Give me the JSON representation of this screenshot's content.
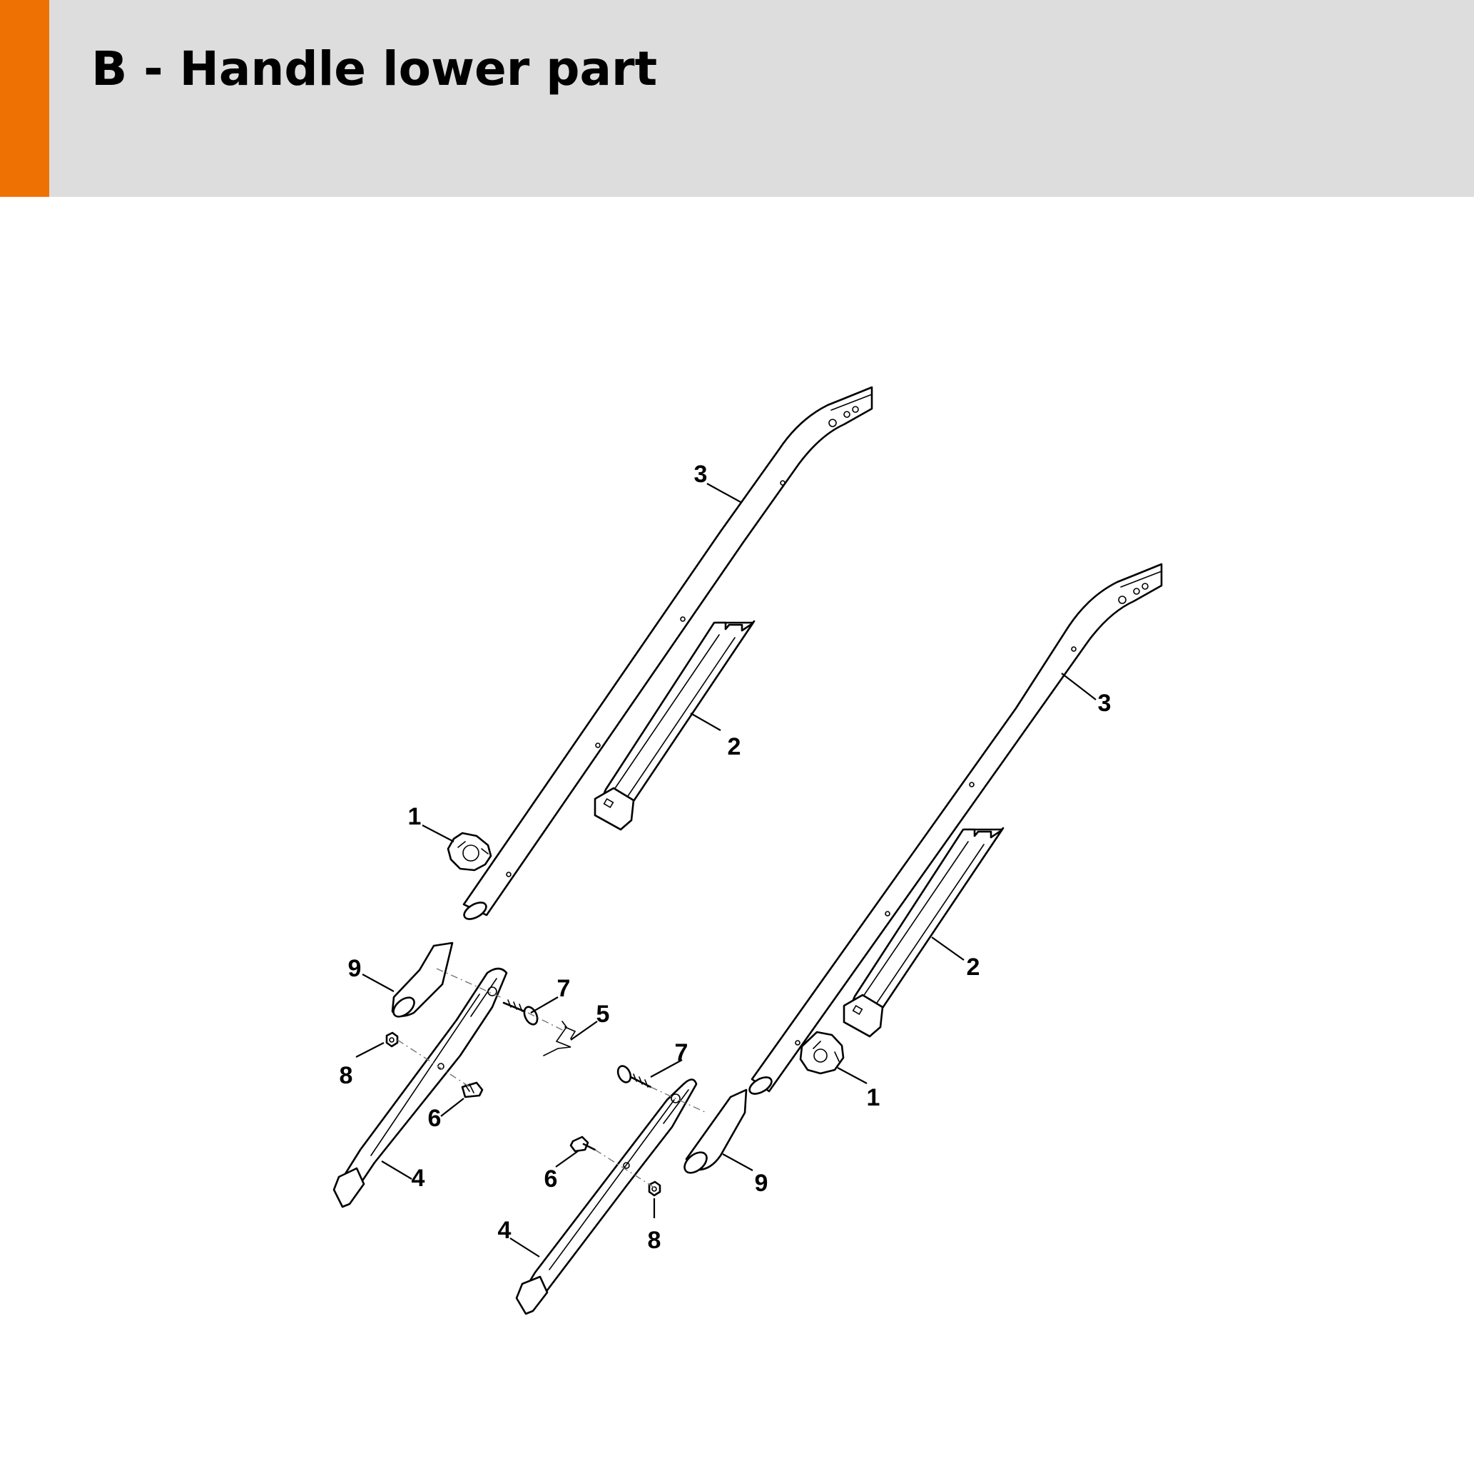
{
  "header": {
    "title": "B - Handle lower part",
    "accent_color": "#ee7203",
    "background_color": "#dcdddc"
  },
  "callouts": [
    "1",
    "3",
    "2",
    "1",
    "3",
    "2",
    "9",
    "7",
    "5",
    "8",
    "6",
    "4",
    "7",
    "6",
    "8",
    "4",
    "9"
  ]
}
